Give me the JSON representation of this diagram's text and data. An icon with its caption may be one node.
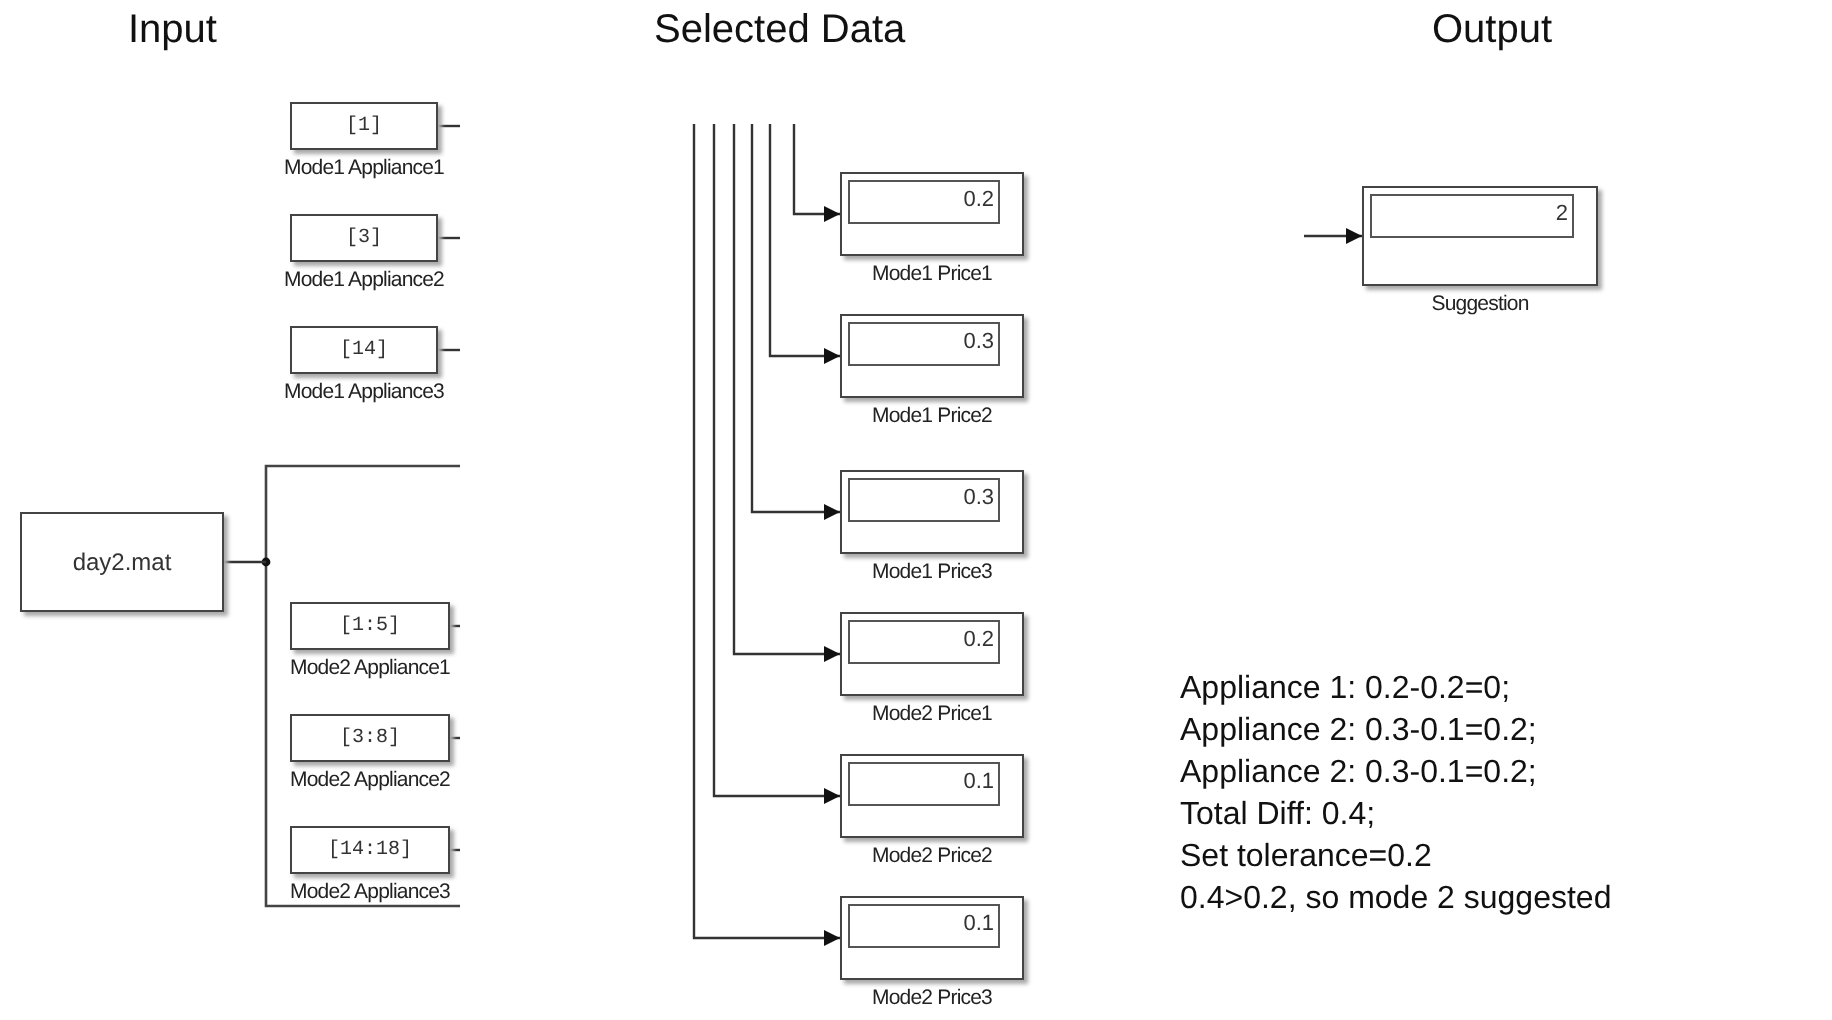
{
  "diagram": {
    "nodes": [
      {
        "text": [
          "[1]"
        ],
        "beside": [
          "Mode1 Appliance1"
        ]
      },
      {
        "text": [
          "[3]"
        ],
        "beside": [
          "Mode1 Appliance2"
        ]
      },
      {
        "text": [
          "[14]"
        ],
        "beside": [
          "Mode1 Appliance3"
        ]
      },
      {
        "text": [
          "day2.mat"
        ]
      },
      {
        "text": [
          "[1:5]"
        ],
        "beside": [
          "Mode2 Appliance1"
        ]
      },
      {
        "text": [
          "[3:8]"
        ],
        "beside": [
          "Mode2 Appliance2"
        ]
      },
      {
        "text": [
          "[14:18]"
        ],
        "beside": [
          "Mode2 Appliance3"
        ]
      },
      {
        "text": [
          "0.2"
        ],
        "beside": [
          "Mode1 Price1"
        ]
      },
      {
        "text": [
          "0.3"
        ],
        "beside": [
          "Mode1 Price2"
        ]
      },
      {
        "text": [
          "0.3"
        ],
        "beside": [
          "Mode1 Price3"
        ]
      },
      {
        "text": [
          "0.2"
        ],
        "beside": [
          "Mode2 Price1"
        ]
      },
      {
        "text": [
          "0.1"
        ],
        "beside": [
          "Mode2 Price2"
        ]
      },
      {
        "text": [
          "0.1"
        ],
        "beside": [
          "Mode2 Price3"
        ]
      },
      {
        "text": [
          "2"
        ],
        "beside": [
          "Suggestion"
        ]
      }
    ],
    "edges": [
      {
        "from": 3,
        "to": null,
        "arrow": "none"
      },
      {
        "from": 0,
        "to": null,
        "arrow": "none"
      },
      {
        "from": 1,
        "to": null,
        "arrow": "none"
      },
      {
        "from": 2,
        "to": null,
        "arrow": "none"
      },
      {
        "from": 4,
        "to": null,
        "arrow": "none"
      },
      {
        "from": 5,
        "to": null,
        "arrow": "none"
      },
      {
        "from": 6,
        "to": null,
        "arrow": "none"
      },
      {
        "from": null,
        "to": 7,
        "arrow": "to"
      },
      {
        "from": null,
        "to": 8,
        "arrow": "to"
      },
      {
        "from": null,
        "to": 9,
        "arrow": "to"
      },
      {
        "from": null,
        "to": 10,
        "arrow": "to"
      },
      {
        "from": null,
        "to": 11,
        "arrow": "to"
      },
      {
        "from": null,
        "to": 12,
        "arrow": "to"
      },
      {
        "from": null,
        "to": 13,
        "arrow": "to"
      }
    ],
    "labels": [
      "Input",
      "Selected Data",
      "Output",
      "Appliance 1: 0.2-0.2=0;",
      "Appliance 2: 0.3-0.1=0.2;",
      "Appliance 2: 0.3-0.1=0.2;",
      "Total Diff: 0.4;",
      "Set tolerance=0.2",
      "0.4>0.2, so mode 2 suggested"
    ]
  }
}
